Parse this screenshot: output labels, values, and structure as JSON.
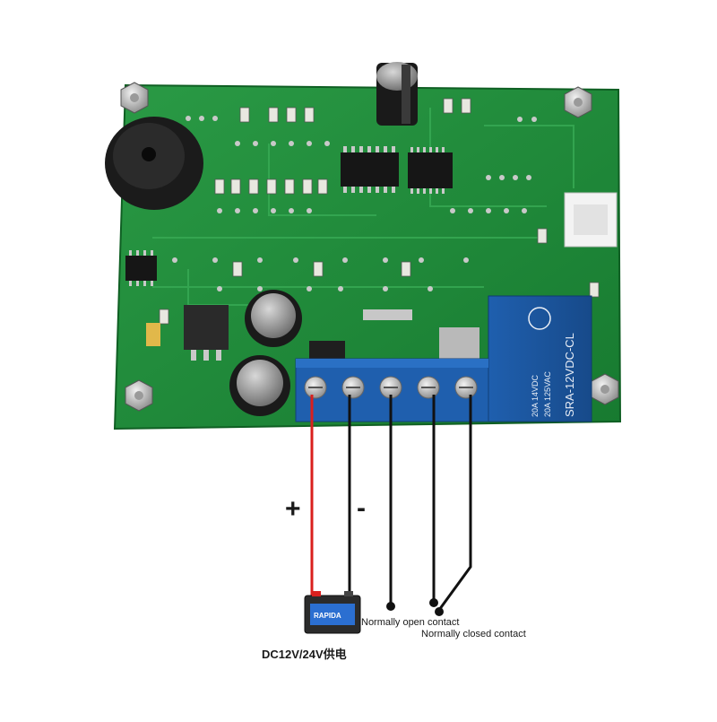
{
  "board": {
    "relay_label": "SRA-12VDC-CL",
    "relay_rating_1": "20A 14VDC",
    "relay_rating_2": "20A 125VAC"
  },
  "battery_label": "RAPIDA",
  "wiring": {
    "plus": "+",
    "minus": "-",
    "normally_open": "Normally open contact",
    "normally_closed": "Normally closed contact",
    "power": "DC12V/24V供电"
  },
  "colors": {
    "pcb_green": "#1e8a3a",
    "terminal_blue": "#1f5fae",
    "positive_wire": "#d9201e",
    "negative_wire": "#111111"
  }
}
